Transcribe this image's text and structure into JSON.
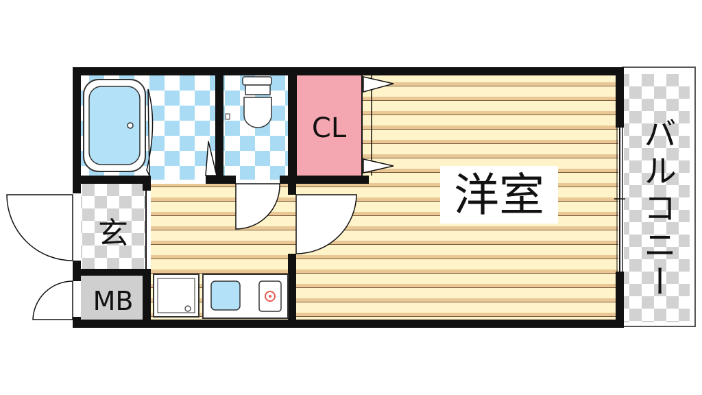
{
  "floorplan": {
    "rooms": {
      "western_room": "洋室",
      "closet": "CL",
      "entrance": "玄",
      "meter_box": "MB",
      "balcony": "バルコニー"
    }
  },
  "colors": {
    "wall": "#111111",
    "floor_light": "#fff3c9",
    "floor_stripe": "#e9c896",
    "tile_blue": "#a9dcf4",
    "tile_grey": "#d2d2d2",
    "closet_pink": "#f4a7b1",
    "bathtub_blue": "#b3e1f7",
    "stove_ring": "#e85a4f"
  },
  "icons": [
    "bathtub-icon",
    "toilet-icon",
    "washing-machine-pan-icon",
    "sink-icon",
    "stove-icon"
  ]
}
